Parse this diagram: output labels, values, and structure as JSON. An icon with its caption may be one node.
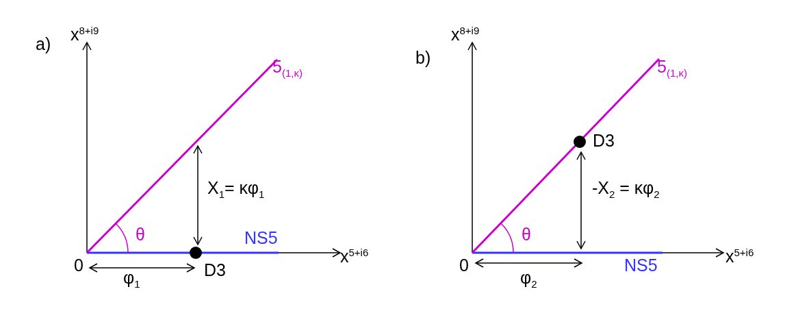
{
  "diagram": {
    "nodes": [
      {
        "text": [],
        "shape": "circle",
        "beside": [
          "D3"
        ]
      },
      {
        "text": [],
        "shape": "circle",
        "beside": [
          "D3"
        ]
      }
    ],
    "labels": [
      "a)",
      "x$^{8+i9}$",
      "5$_{(1,κ)}$",
      "X$_{1}$= κφ$_{1}$",
      "θ",
      "NS5",
      "0",
      "φ$_{1}$",
      "x$^{5+i6}$",
      "b)",
      "x$^{8+i9}$",
      "5$_{(1,κ)}$",
      "-X$_{2}$ = κφ$_{2}$",
      "θ",
      "0",
      "φ$_{2}$",
      "NS5",
      "x$^{5+i6}$"
    ]
  }
}
